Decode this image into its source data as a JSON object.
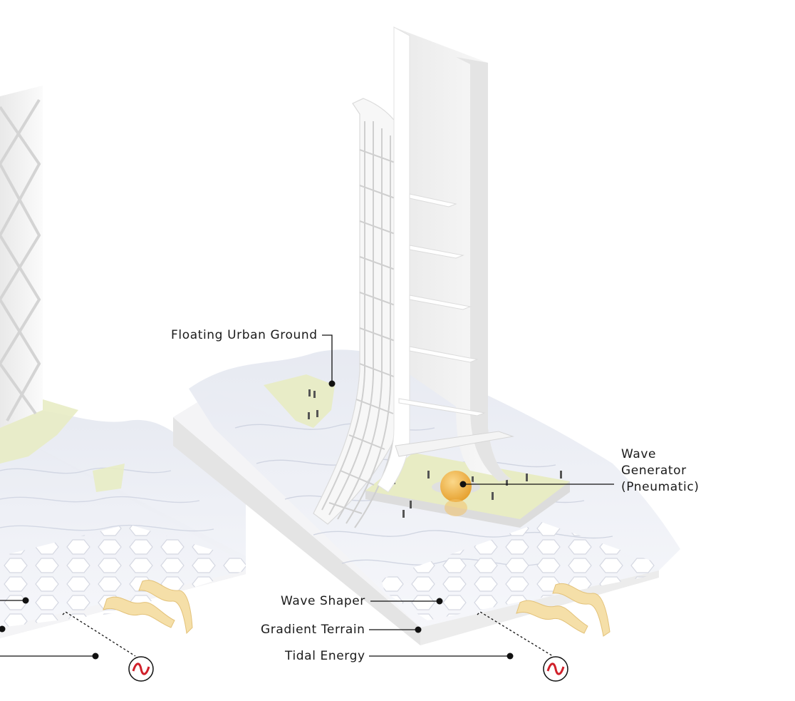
{
  "labels": {
    "floating_urban_ground": "Floating Urban Ground",
    "wave_generator": [
      "Wave",
      "Generator",
      "(Pneumatic)"
    ],
    "wave_shaper": "Wave Shaper",
    "gradient_terrain": "Gradient Terrain",
    "tidal_energy": "Tidal Energy"
  },
  "icons": {
    "tidal_energy_symbol": "ac-wave-icon"
  },
  "colors": {
    "background": "#ffffff",
    "structure": "#f2f2f2",
    "urban_ground": "#e8ecc4",
    "wave_generator": "#f2b94a",
    "tidal_arrow": "#f5dfa8",
    "ac_symbol": "#d0202a",
    "leader_line": "#111111"
  }
}
